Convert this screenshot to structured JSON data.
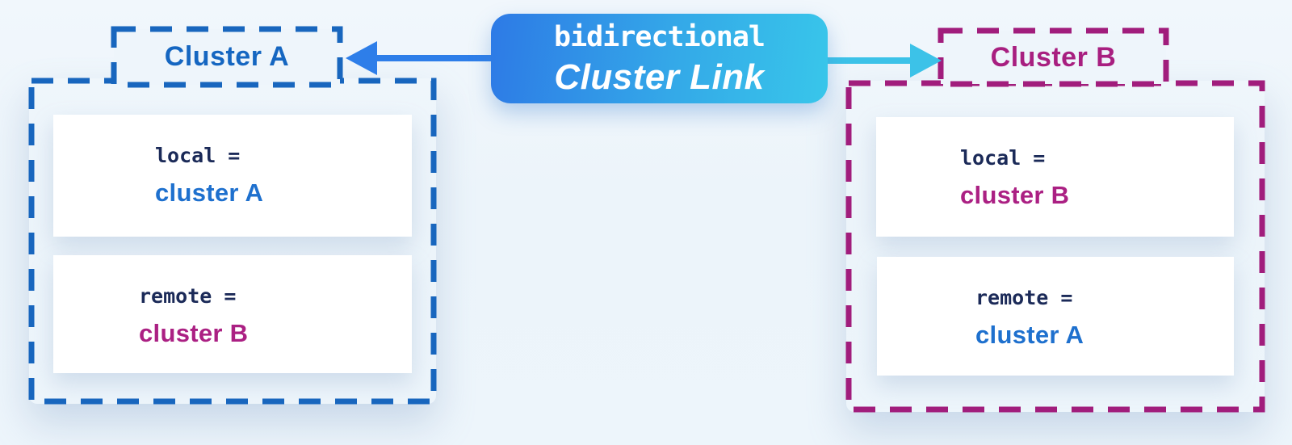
{
  "diagram": {
    "badge": {
      "line1": "bidirectional",
      "line2": "Cluster Link",
      "gradient_start": "#2d7ae6",
      "gradient_end": "#38c6ea"
    },
    "arrows": {
      "left": {
        "direction": "left",
        "color": "#2e7ee9",
        "points_to": "Cluster A"
      },
      "right": {
        "direction": "right",
        "color": "#3cc2e8",
        "points_to": "Cluster B"
      }
    },
    "cluster_a": {
      "label": "Cluster A",
      "accent_color": "#1566c1",
      "border_color": "#1866be",
      "cards": [
        {
          "key": "local =",
          "value": "cluster A",
          "value_color": "#1e70ce"
        },
        {
          "key": "remote =",
          "value": "cluster B",
          "value_color": "#ab2083"
        }
      ]
    },
    "cluster_b": {
      "label": "Cluster B",
      "accent_color": "#a81f80",
      "border_color": "#a11d7c",
      "cards": [
        {
          "key": "local =",
          "value": "cluster B",
          "value_color": "#ab2083"
        },
        {
          "key": "remote =",
          "value": "cluster A",
          "value_color": "#1e70ce"
        }
      ]
    },
    "colors": {
      "key_text": "#1b2a58",
      "background": "#edf4fa",
      "card_background": "#ffffff"
    }
  }
}
